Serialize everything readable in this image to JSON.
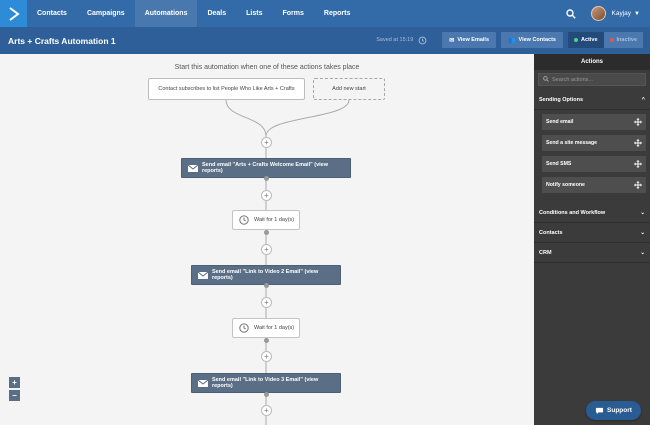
{
  "nav": {
    "items": [
      "Contacts",
      "Campaigns",
      "Automations",
      "Deals",
      "Lists",
      "Forms",
      "Reports"
    ],
    "active": "Automations",
    "user_name": "Kayjay"
  },
  "header": {
    "title": "Arts + Crafts Automation 1",
    "saved_text": "Saved at 15:19",
    "view_emails": "View Emails",
    "view_contacts": "View Contacts",
    "active_label": "Active",
    "inactive_label": "Inactive"
  },
  "canvas": {
    "prompt": "Start this automation when one of these actions takes place",
    "start_trigger": "Contact subscribes to list People Who Like Arts + Crafts",
    "add_new_start": "Add new start",
    "steps": [
      {
        "type": "action",
        "label": "Send email \"Arts + Crafts Welcome Email\" (view reports)"
      },
      {
        "type": "wait",
        "label": "Wait for 1 day(s)"
      },
      {
        "type": "action",
        "label": "Send email \"Link to Video 2 Email\" (view reports)"
      },
      {
        "type": "wait",
        "label": "Wait for 1 day(s)"
      },
      {
        "type": "action",
        "label": "Send email \"Link to Video 3 Email\" (view reports)"
      }
    ],
    "zoom_in": "+",
    "zoom_out": "−"
  },
  "sidebar": {
    "title": "Actions",
    "search_placeholder": "Search actions...",
    "sending_options": {
      "label": "Sending Options",
      "items": [
        "Send email",
        "Send a site message",
        "Send SMS",
        "Notify someone"
      ]
    },
    "sections": [
      "Conditions and Workflow",
      "Contacts",
      "CRM"
    ]
  },
  "support_label": "Support",
  "colors": {
    "nav_bg": "#336aa8",
    "header_bg": "#2f5f99",
    "action_node": "#5a6e85",
    "sidebar_bg": "#3b3b3b",
    "active_dot": "#4cd08a",
    "inactive_dot": "#e45555"
  }
}
